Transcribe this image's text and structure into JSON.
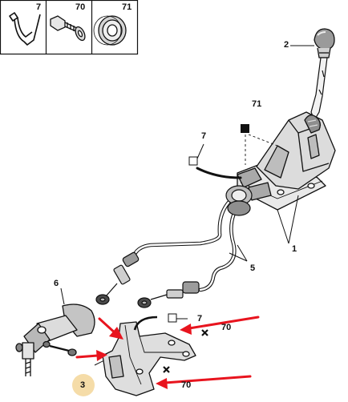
{
  "labels": {
    "inset_clip": "7",
    "inset_screw": "70",
    "inset_grommet": "71",
    "knob": "2",
    "square_ref": "71",
    "cable_clip": "7",
    "lever_housing": "1",
    "cables": "5",
    "linkage": "6",
    "bracket_clip": "7",
    "screw_upper": "70",
    "screw_lower": "70",
    "bracket": "3"
  },
  "colors": {
    "arrow": "#e8141e",
    "highlight": "#f5dca8",
    "line": "#111111"
  },
  "icons": [
    "filled-square-icon",
    "open-square-icon",
    "cross-icon"
  ]
}
